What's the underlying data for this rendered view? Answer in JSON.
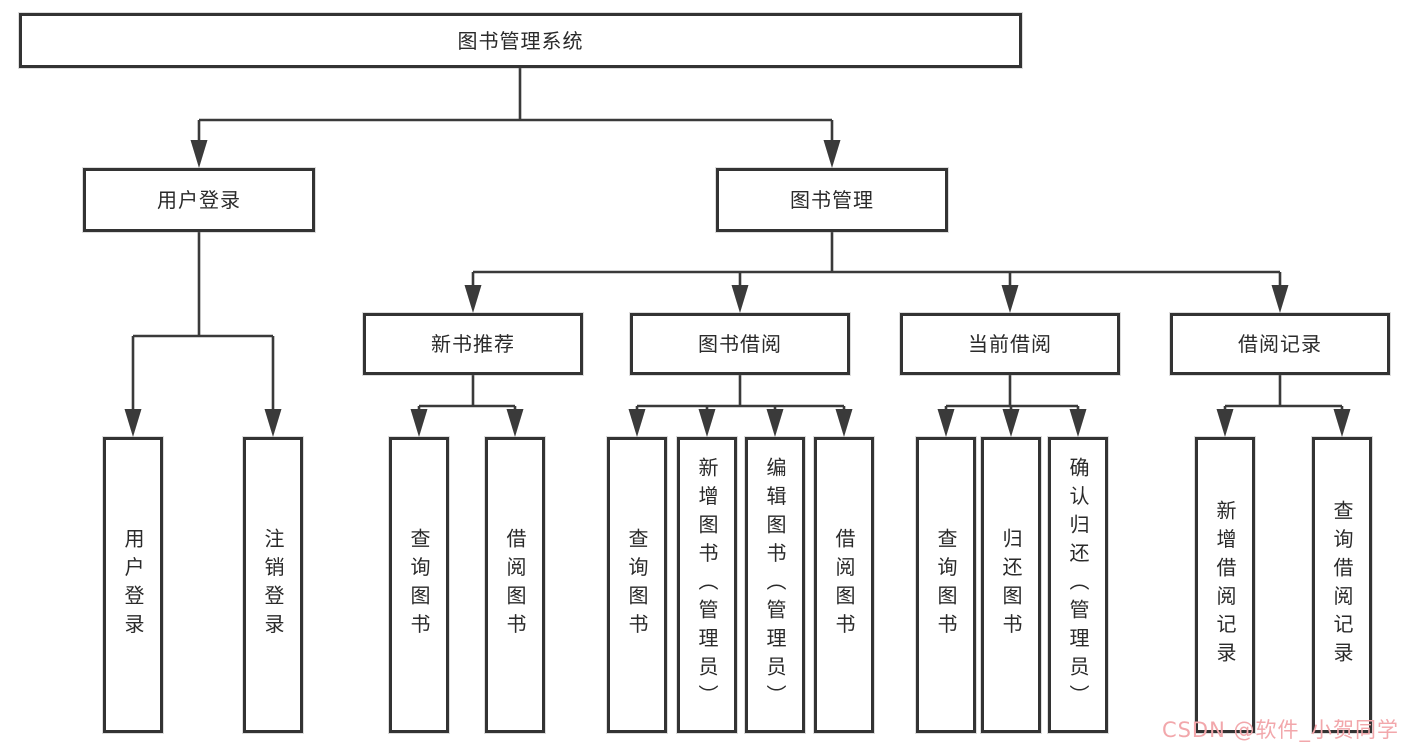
{
  "diagram": {
    "type": "hierarchy-tree",
    "root": {
      "label": "图书管理系统"
    },
    "level2": [
      {
        "label": "用户登录"
      },
      {
        "label": "图书管理"
      }
    ],
    "level3": [
      {
        "label": "新书推荐"
      },
      {
        "label": "图书借阅"
      },
      {
        "label": "当前借阅"
      },
      {
        "label": "借阅记录"
      }
    ],
    "leaves": {
      "user_login": [
        {
          "label": "用户登录"
        },
        {
          "label": "注销登录"
        }
      ],
      "new_book": [
        {
          "label": "查询图书"
        },
        {
          "label": "借阅图书"
        }
      ],
      "book_borrow": [
        {
          "label": "查询图书"
        },
        {
          "label": "新增图书（管理员）"
        },
        {
          "label": "编辑图书（管理员）"
        },
        {
          "label": "借阅图书"
        }
      ],
      "current_borrow": [
        {
          "label": "查询图书"
        },
        {
          "label": "归还图书"
        },
        {
          "label": "确认归还（管理员）"
        }
      ],
      "borrow_records": [
        {
          "label": "新增借阅记录"
        },
        {
          "label": "查询借阅记录"
        }
      ]
    }
  },
  "watermark": {
    "text": "CSDN @软件_小贺同学"
  },
  "colors": {
    "line": "#3a3a3a",
    "box_border": "#333333",
    "box_fill": "#ffffff",
    "text": "#2a2a2a",
    "background": "#ffffff",
    "watermark": "#f2a7ab"
  }
}
